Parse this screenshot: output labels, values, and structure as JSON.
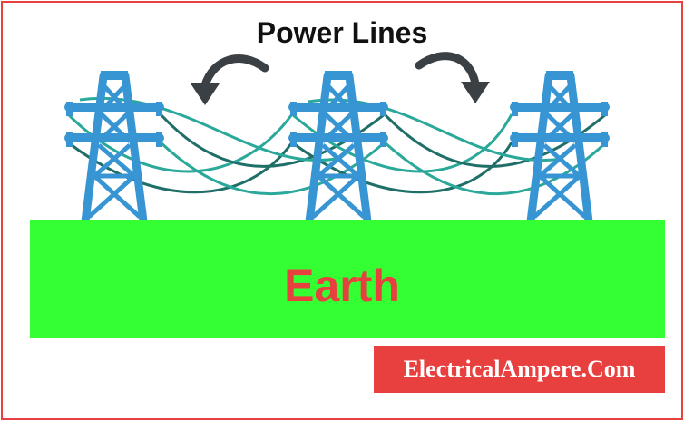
{
  "title": "Power Lines",
  "ground_label": "Earth",
  "watermark": "ElectricalAmpere.Com",
  "colors": {
    "frame": "#e8403f",
    "tower": "#3895d3",
    "wire_light": "#2aa89a",
    "wire_dark": "#1f6f68",
    "arrow": "#3b4045",
    "ground": "#33ff33",
    "ground_label": "#e8403f",
    "watermark_bg": "#e8403f",
    "watermark_text": "#ffffff"
  },
  "icons": [
    "transmission-tower-icon",
    "curved-arrow-left-icon",
    "curved-arrow-right-icon"
  ]
}
